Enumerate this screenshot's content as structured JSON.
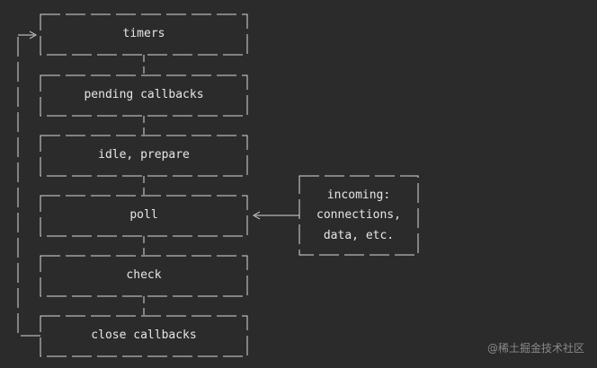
{
  "diagram": {
    "phases": [
      {
        "label": "timers"
      },
      {
        "label": "pending callbacks"
      },
      {
        "label": "idle, prepare"
      },
      {
        "label": "poll"
      },
      {
        "label": "check"
      },
      {
        "label": "close callbacks"
      }
    ],
    "incoming": {
      "lines": [
        "incoming:",
        "connections,",
        "data, etc."
      ]
    }
  },
  "watermark": "@稀土掘金技术社区",
  "colors": {
    "background": "#2b2b2b",
    "line": "#d9d9d9",
    "text": "#e6e6e6",
    "watermark": "#8a8a8a"
  }
}
